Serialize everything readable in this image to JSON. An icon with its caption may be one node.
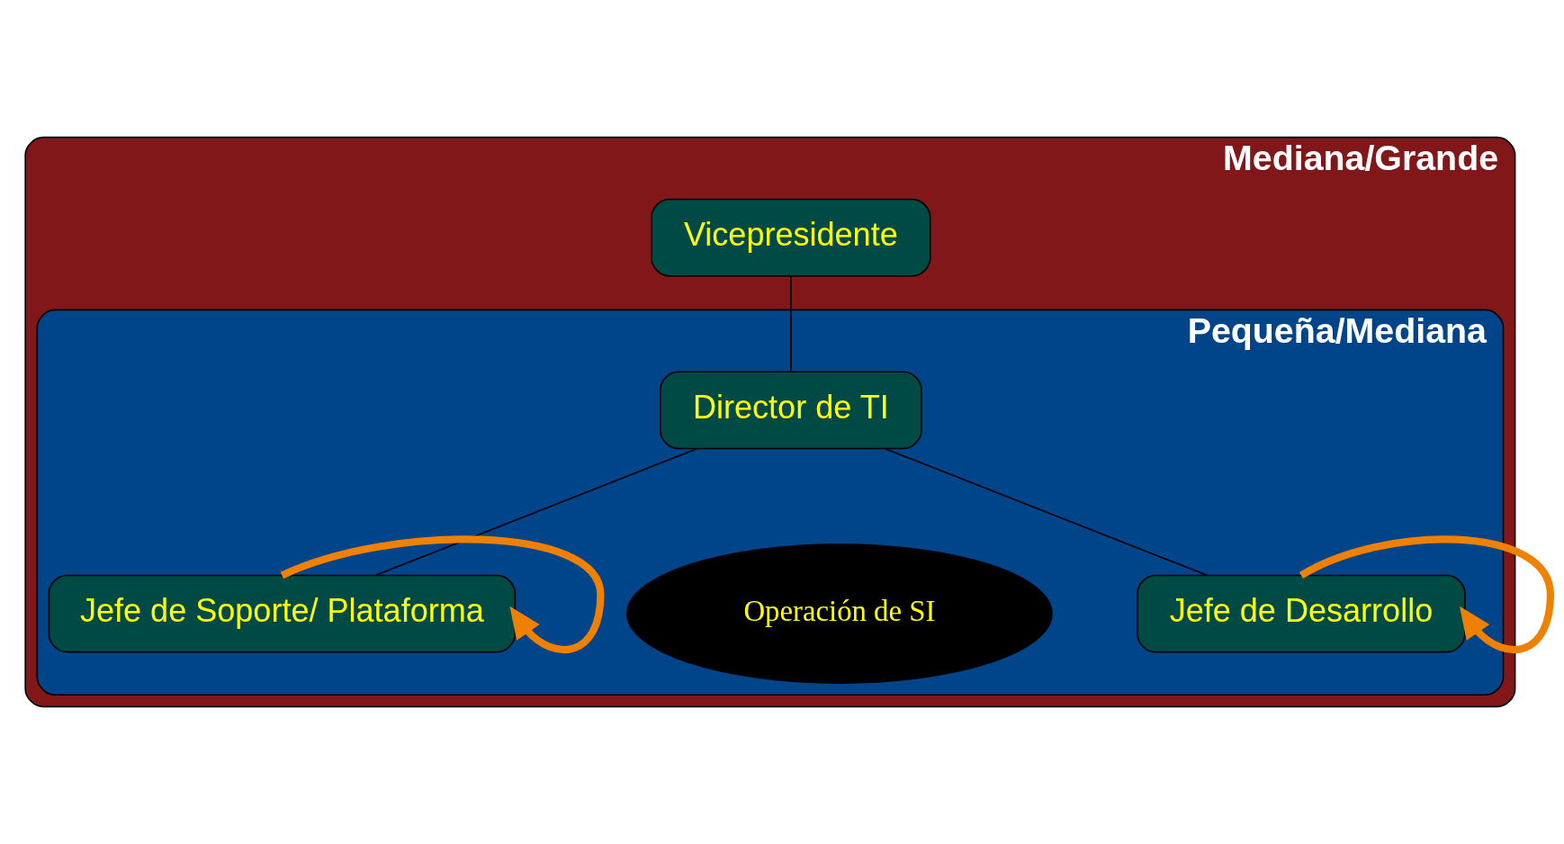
{
  "diagram": {
    "nodes": [
      {
        "text": [
          "Mediana/Grande"
        ]
      },
      {
        "text": [
          "Vicepresidente"
        ],
        "in": 0
      },
      {
        "text": [
          "Pequeña/Mediana"
        ],
        "in": 0
      },
      {
        "text": [
          "Director de TI"
        ],
        "in": 2
      },
      {
        "text": [
          "Operación de SI"
        ],
        "in": 2
      },
      {
        "text": [
          "Jefe de Soporte/ Plataforma"
        ],
        "in": 2
      },
      {
        "text": [
          "Jefe de Desarrollo"
        ],
        "in": 2
      }
    ],
    "edges": [
      {
        "from": 1,
        "to": 3,
        "arrow": "none"
      },
      {
        "from": 3,
        "to": 5,
        "arrow": "none"
      },
      {
        "from": 3,
        "to": 6,
        "arrow": "none"
      },
      {
        "from": 5,
        "to": 5,
        "arrow": "to",
        "style": "thick",
        "color": "#f08000"
      },
      {
        "from": 6,
        "to": 6,
        "arrow": "to",
        "style": "thick",
        "color": "#f08000"
      }
    ]
  }
}
